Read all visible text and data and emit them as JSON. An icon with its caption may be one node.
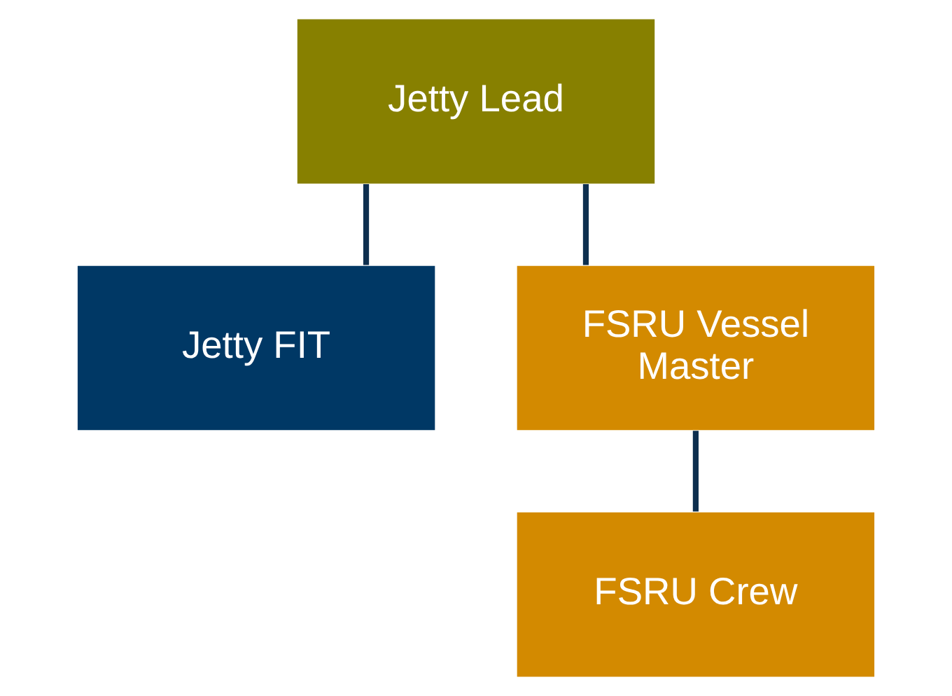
{
  "diagram": {
    "nodes": [
      {
        "text": [
          "Jetty Lead"
        ]
      },
      {
        "text": [
          "Jetty FIT"
        ]
      },
      {
        "text": [
          "FSRU Vessel Master"
        ]
      },
      {
        "text": [
          "FSRU Crew"
        ]
      }
    ],
    "edges": [
      {
        "from": 0,
        "to": 1,
        "arrow": "none"
      },
      {
        "from": 0,
        "to": 2,
        "arrow": "none"
      },
      {
        "from": 2,
        "to": 3,
        "arrow": "none"
      }
    ]
  }
}
